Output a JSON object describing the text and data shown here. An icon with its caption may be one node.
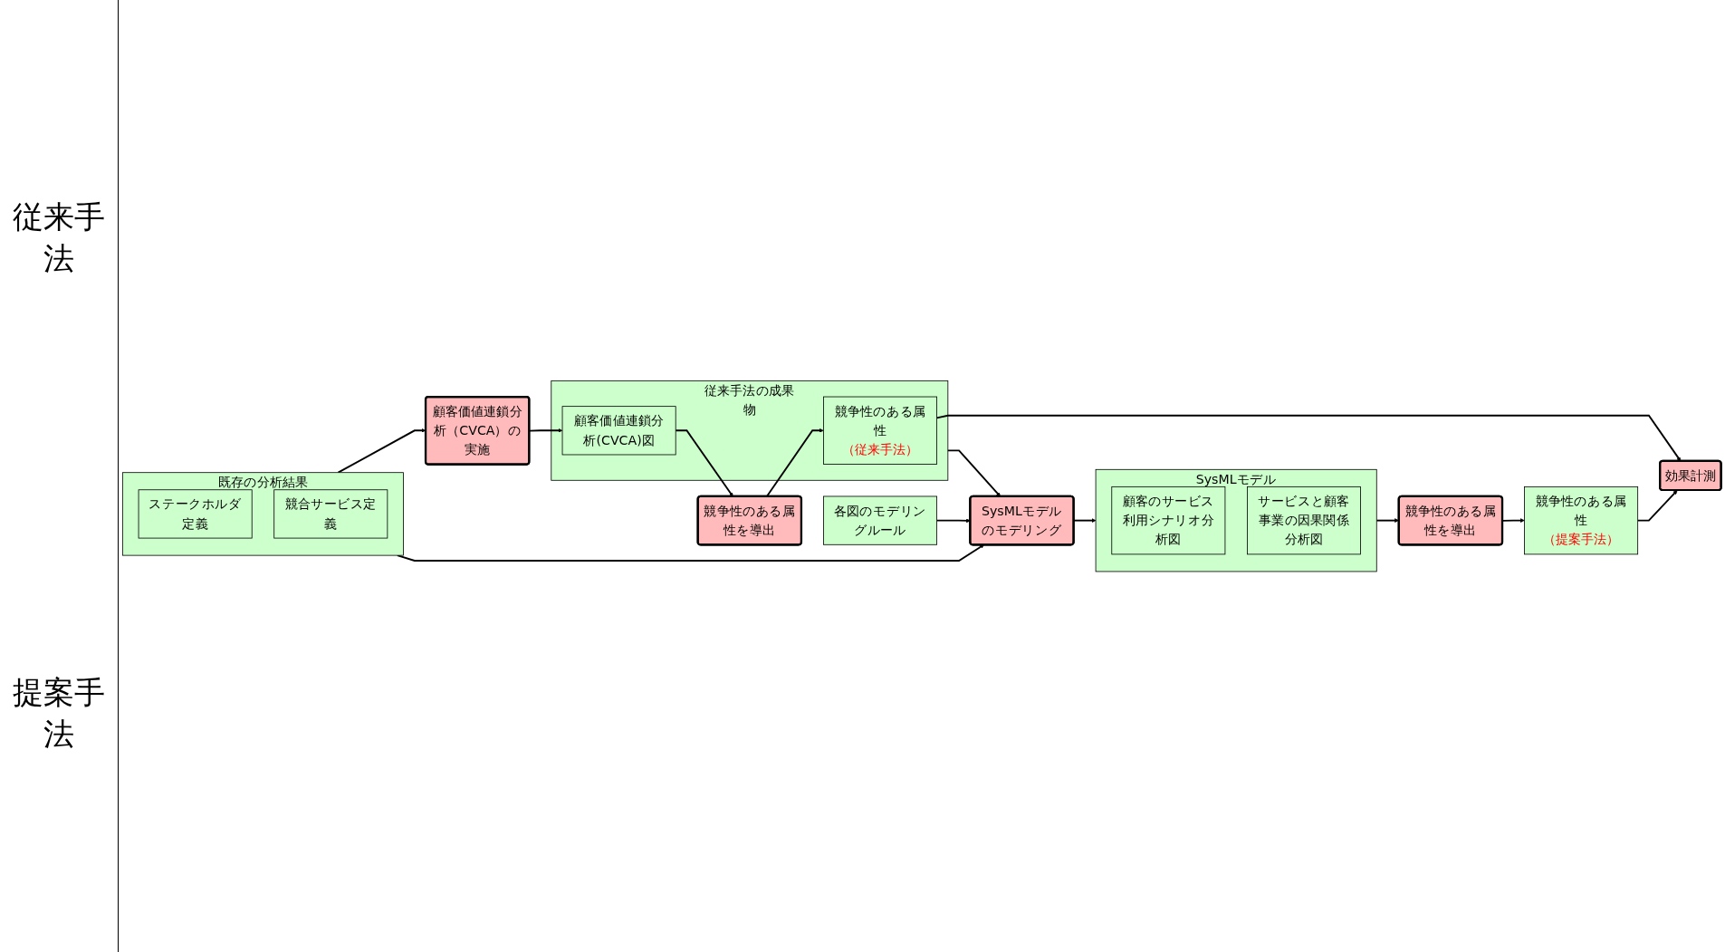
{
  "diagram": {
    "nodes": [
      {
        "text": [
          "既存の分析結果"
        ]
      },
      {
        "text": [
          "ステークホルダ定義"
        ],
        "in": 0
      },
      {
        "text": [
          "競合サービス定義"
        ],
        "in": 0
      },
      {
        "text": [
          "顧客価値連鎖分析（CVCA）の実施"
        ]
      },
      {
        "text": [
          "競争性のある属性を導出"
        ]
      },
      {
        "text": [
          "従来手法の成果物"
        ]
      },
      {
        "text": [
          "顧客価値連鎖分析(CVCA)図"
        ],
        "in": 5
      },
      {
        "text": [
          "競争性のある属性",
          "（従来手法）"
        ],
        "in": 5
      },
      {
        "text": [
          "効果計測"
        ]
      },
      {
        "text": [
          "競争性のある属性",
          "（提案手法）"
        ]
      },
      {
        "text": [
          "SysMLモデル"
        ]
      },
      {
        "text": [
          "顧客のサービス利用シナリオ分析図"
        ],
        "in": 10
      },
      {
        "text": [
          "サービスと顧客事業の因果関係分析図"
        ],
        "in": 10
      },
      {
        "text": [
          "SysMLモデルのモデリング"
        ]
      },
      {
        "text": [
          "競争性のある属性を導出"
        ]
      },
      {
        "text": [
          "各図のモデリングルール"
        ]
      }
    ],
    "edges": [
      {
        "from": 0,
        "to": 3,
        "arrow": "to"
      },
      {
        "from": 3,
        "to": 6,
        "arrow": "to"
      },
      {
        "from": 6,
        "to": 4,
        "arrow": "to"
      },
      {
        "from": 4,
        "to": 7,
        "arrow": "to"
      },
      {
        "from": 7,
        "to": 8,
        "arrow": "to"
      },
      {
        "from": 9,
        "to": 8,
        "arrow": "to"
      },
      {
        "from": 0,
        "to": 13,
        "arrow": "to"
      },
      {
        "from": 5,
        "to": 13,
        "arrow": "to"
      },
      {
        "from": 15,
        "to": 13,
        "arrow": "to"
      },
      {
        "from": 13,
        "to": 10,
        "arrow": "to"
      },
      {
        "from": 10,
        "to": 14,
        "arrow": "to"
      },
      {
        "from": 14,
        "to": 9,
        "arrow": "to"
      }
    ],
    "labels": [
      "従来手法",
      "提案手法"
    ]
  }
}
